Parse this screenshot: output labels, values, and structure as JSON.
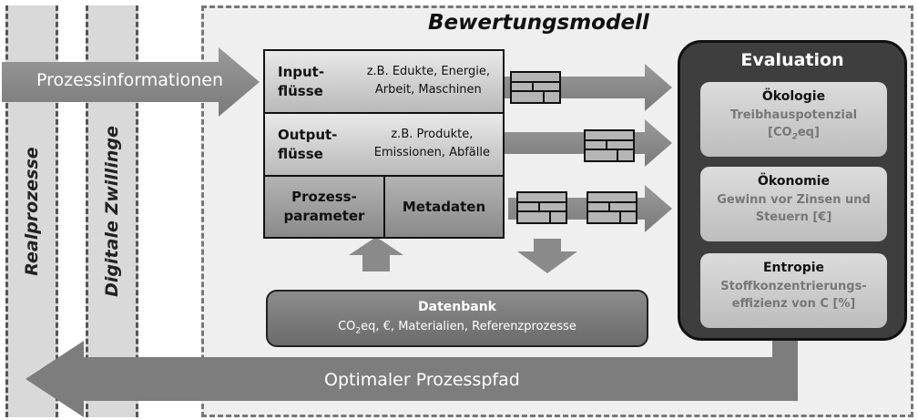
{
  "lanes": {
    "real": "Realprozesse",
    "digital": "Digitale Zwillinge"
  },
  "model_title": "Bewertungsmodell",
  "input_arrow": "Prozessinformationen",
  "output_arrow": "Optimaler Prozesspfad",
  "flows": {
    "input": {
      "title_line1": "Input-",
      "title_line2": "flüsse",
      "example_line1": "z.B. Edukte, Energie,",
      "example_line2": "Arbeit, Maschinen"
    },
    "output": {
      "title_line1": "Output-",
      "title_line2": "flüsse",
      "example_line1": "z.B. Produkte,",
      "example_line2": "Emissionen, Abfälle"
    },
    "params": {
      "line1": "Prozess-",
      "line2": "parameter"
    },
    "meta": "Metadaten"
  },
  "database": {
    "title": "Datenbank",
    "subtitle_pre": "CO",
    "subtitle_sub": "2",
    "subtitle_post": "eq, €, Materialien, Referenzprozesse"
  },
  "evaluation": {
    "title": "Evaluation",
    "cards": [
      {
        "title": "Ökologie",
        "line1": "Treibhauspotenzial",
        "line2_pre": "[CO",
        "line2_sub": "2",
        "line2_post": "eq]"
      },
      {
        "title": "Ökonomie",
        "line1": "Gewinn vor Zinsen und",
        "line2": "Steuern [€]"
      },
      {
        "title": "Entropie",
        "line1": "Stoffkonzentrierungs-",
        "line2": "effizienz von C [%]"
      }
    ]
  },
  "colors": {
    "background": "#ffffff",
    "lane": "#d9d9d9",
    "model": "#efefef",
    "arrow": "#8f8f8f",
    "evaluation": "#3e3e3e"
  }
}
